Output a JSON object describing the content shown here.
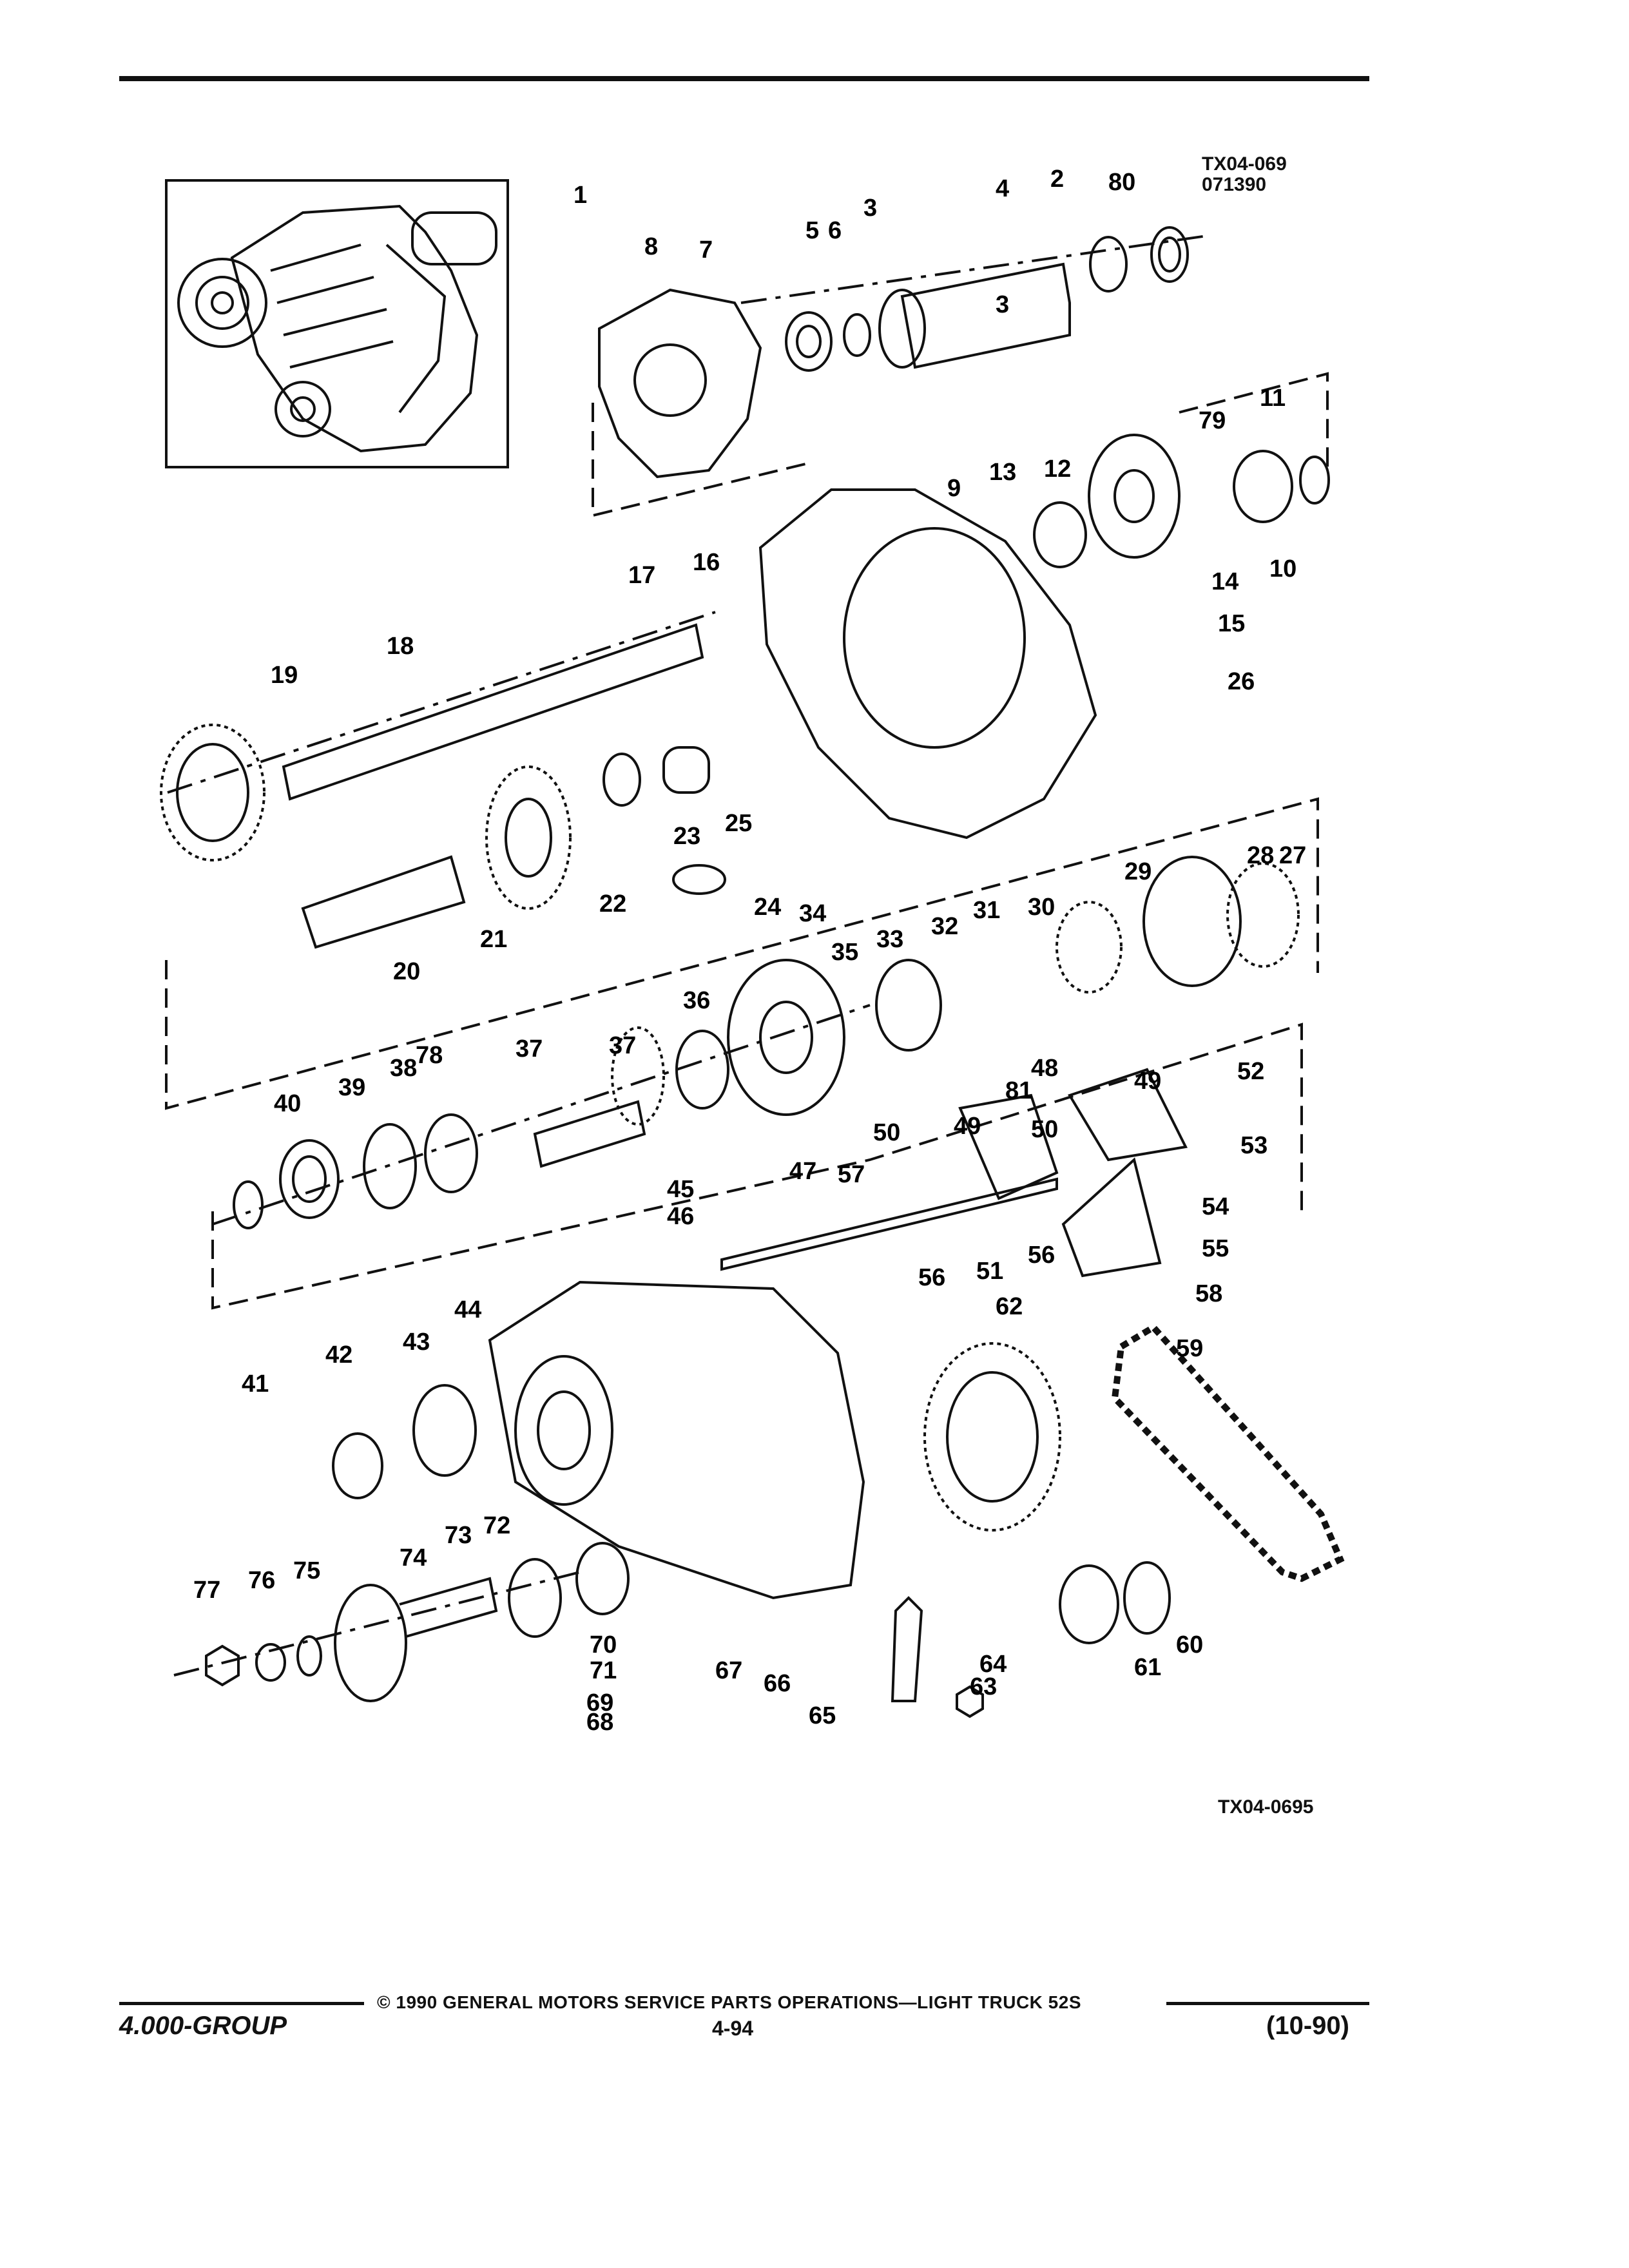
{
  "header": {
    "drawing_code": "TX04-069",
    "drawing_date": "071390"
  },
  "figure": {
    "code_bottom": "TX04-0695",
    "callouts": [
      "1",
      "2",
      "3",
      "3",
      "4",
      "5",
      "6",
      "7",
      "8",
      "9",
      "10",
      "11",
      "12",
      "13",
      "14",
      "15",
      "16",
      "17",
      "18",
      "19",
      "20",
      "21",
      "22",
      "23",
      "24",
      "25",
      "26",
      "27",
      "28",
      "29",
      "30",
      "31",
      "32",
      "33",
      "34",
      "35",
      "36",
      "37",
      "37",
      "38",
      "39",
      "40",
      "41",
      "42",
      "43",
      "44",
      "45",
      "46",
      "47",
      "48",
      "49",
      "49",
      "50",
      "50",
      "51",
      "52",
      "53",
      "54",
      "55",
      "56",
      "56",
      "57",
      "58",
      "59",
      "60",
      "61",
      "62",
      "63",
      "64",
      "65",
      "66",
      "67",
      "68",
      "69",
      "70",
      "71",
      "72",
      "73",
      "74",
      "75",
      "76",
      "77",
      "78",
      "79",
      "80",
      "81"
    ]
  },
  "footer": {
    "group": "4.000-GROUP",
    "copyright": "© 1990 GENERAL MOTORS SERVICE PARTS OPERATIONS—LIGHT TRUCK 52S",
    "page": "4-94",
    "date": "(10-90)"
  }
}
